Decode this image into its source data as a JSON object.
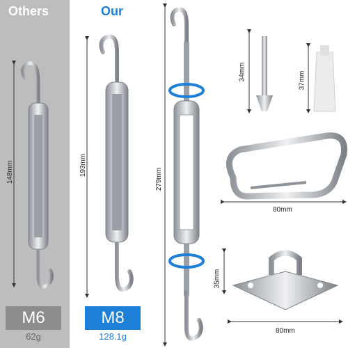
{
  "headings": {
    "others": "Others",
    "our": "Our"
  },
  "dimensions": {
    "others_length": "148mm",
    "our_length": "193mm",
    "long_length": "279mm",
    "screw_length": "34mm",
    "anchor_length": "37mm",
    "carabiner_width": "80mm",
    "pad_eye_height": "35mm",
    "pad_eye_width": "80mm"
  },
  "badges": {
    "others_size": "M6",
    "others_weight": "62g",
    "our_size": "M8",
    "our_weight": "128.1g"
  },
  "colors": {
    "accent": "#1d7fd6",
    "others_panel": "#bdbdbd",
    "steel": "#c8ccd0"
  }
}
